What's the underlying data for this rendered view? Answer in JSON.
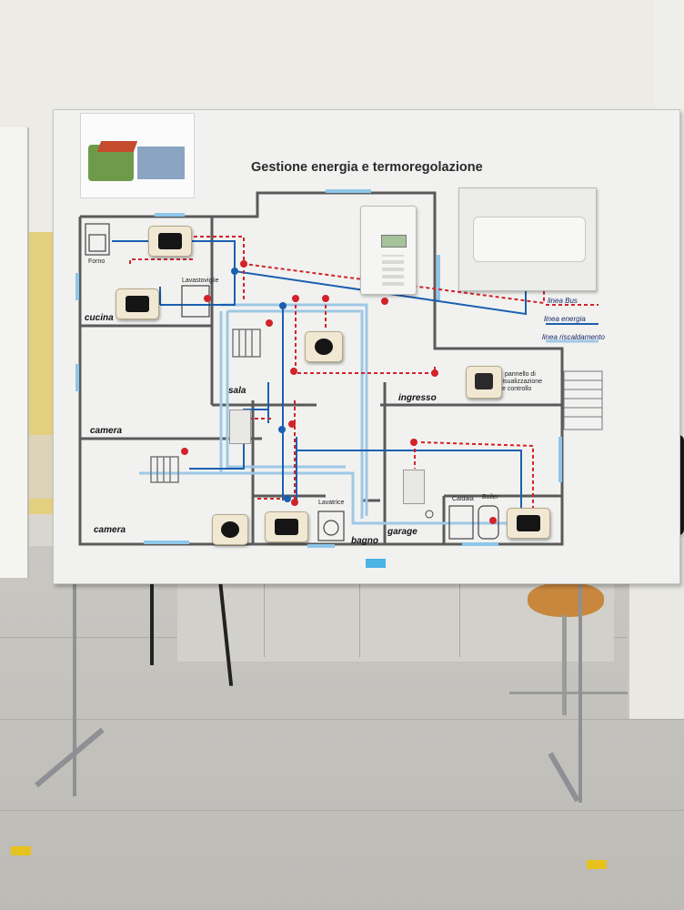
{
  "board": {
    "title": "Gestione energia e termoregolazione",
    "legend": {
      "bus": "linea Bus",
      "energia": "linea energia",
      "riscaldamento": "linea riscaldamento"
    },
    "rooms": {
      "cucina": "cucina",
      "camera1": "camera",
      "camera2": "camera",
      "sala": "sala",
      "ingresso": "ingresso",
      "bagno": "bagno",
      "garage": "garage"
    },
    "labels": {
      "forno": "Forno",
      "lavastoviglie": "Lavastoviglie",
      "lavatrice": "Lavatrice",
      "caldaia": "Caldaia",
      "boiler": "Boiler",
      "pannello_1": "pannello di",
      "pannello_2": "visualizzazione",
      "pannello_3": "e controllo"
    }
  },
  "colors": {
    "bus": "#d2232a",
    "energia": "#1b5fb0",
    "riscaldamento": "#9ec8e6",
    "walls": "#5a5a5a"
  }
}
